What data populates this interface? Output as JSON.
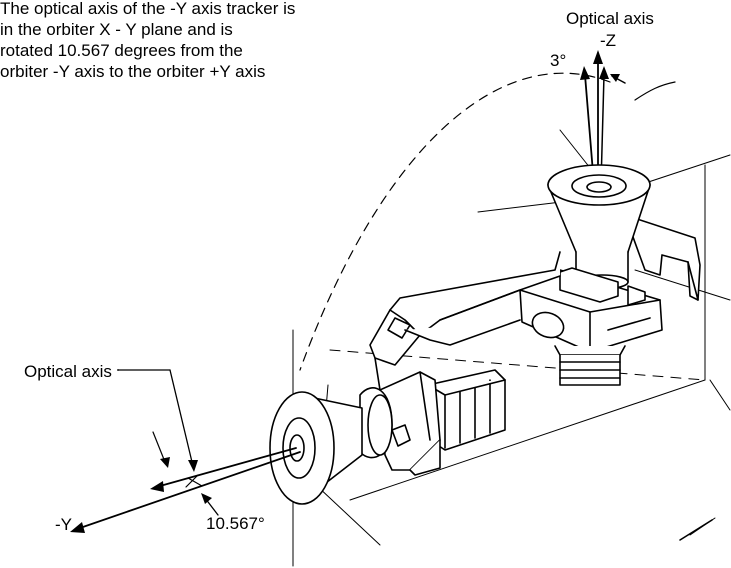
{
  "description": [
    "The optical axis of the -Y axis tracker is",
    "in the orbiter X - Y plane and is",
    "rotated 10.567 degrees from the",
    "orbiter -Y axis to the orbiter +Y axis"
  ],
  "labels": {
    "optical_axis_top": "Optical axis",
    "neg_z": "-Z",
    "angle_top": "3°",
    "optical_axis_left": "Optical axis",
    "neg_y": "-Y",
    "angle_bottom": "10.567°"
  },
  "colors": {
    "ink": "#000000",
    "paper": "#ffffff"
  }
}
